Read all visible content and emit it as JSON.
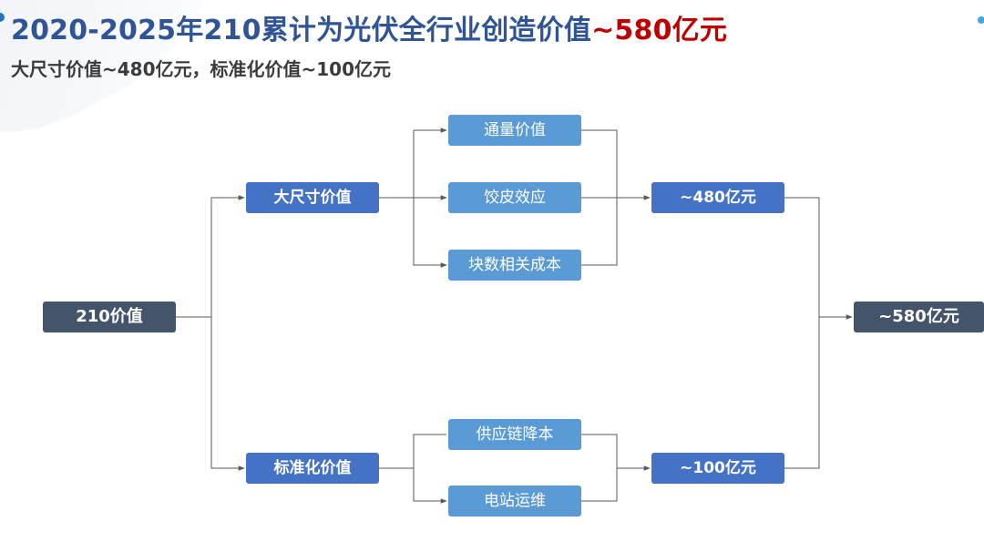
{
  "header": {
    "title_main": "2020-2025年210累计为光伏全行业创造价值",
    "title_highlight": "~580亿元",
    "subtitle": "大尺寸价值~480亿元，标准化价值~100亿元"
  },
  "diagram": {
    "root": "210价值",
    "branch_large": "大尺寸价值",
    "branch_standard": "标准化价值",
    "large_items": [
      "通量价值",
      "饺皮效应",
      "块数相关成本"
    ],
    "standard_items": [
      "供应链降本",
      "电站运维"
    ],
    "large_total": "~480亿元",
    "standard_total": "~100亿元",
    "grand_total": "~580亿元"
  },
  "colors": {
    "title_blue": "#2f5597",
    "title_red": "#c00000",
    "node_dark": "#44546a",
    "node_mid": "#4472c4",
    "node_light": "#5b9bd5",
    "connector": "#595959"
  }
}
